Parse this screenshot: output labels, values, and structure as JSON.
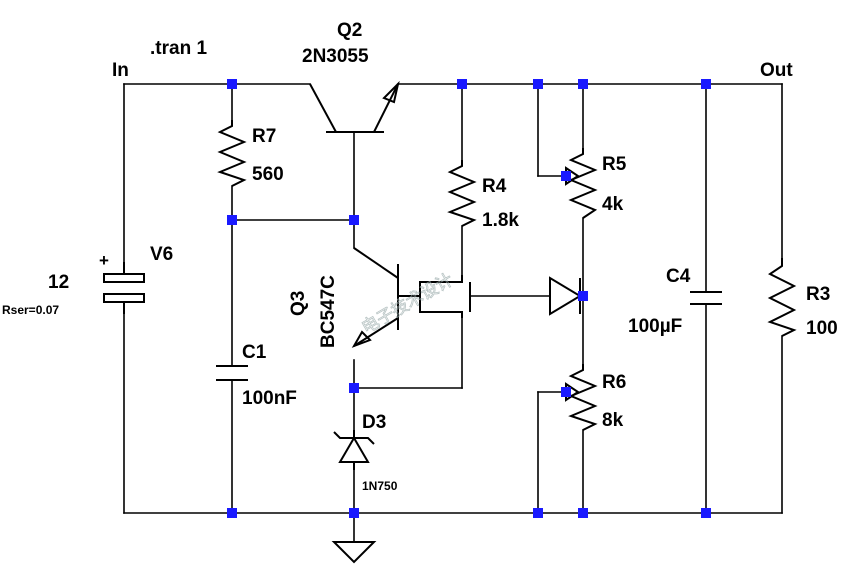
{
  "directive": ".tran 1",
  "nets": {
    "in": "In",
    "out": "Out"
  },
  "colors": {
    "wire": "#000000",
    "junction": "#1a1aff",
    "background": "#ffffff"
  },
  "components": {
    "q2": {
      "ref": "Q2",
      "value": "2N3055"
    },
    "q3": {
      "ref": "Q3",
      "value": "BC547C"
    },
    "r7": {
      "ref": "R7",
      "value": "560"
    },
    "r4": {
      "ref": "R4",
      "value": "1.8k"
    },
    "r5": {
      "ref": "R5",
      "value": "4k"
    },
    "r6": {
      "ref": "R6",
      "value": "8k"
    },
    "r3": {
      "ref": "R3",
      "value": "100"
    },
    "c1": {
      "ref": "C1",
      "value": "100nF"
    },
    "c4": {
      "ref": "C4",
      "value": "100µF"
    },
    "d3": {
      "ref": "D3",
      "value": "1N750"
    },
    "v6": {
      "ref": "V6",
      "value": "12",
      "param": "Rser=0.07",
      "plus": "+"
    }
  },
  "watermark": "电子技术设计"
}
